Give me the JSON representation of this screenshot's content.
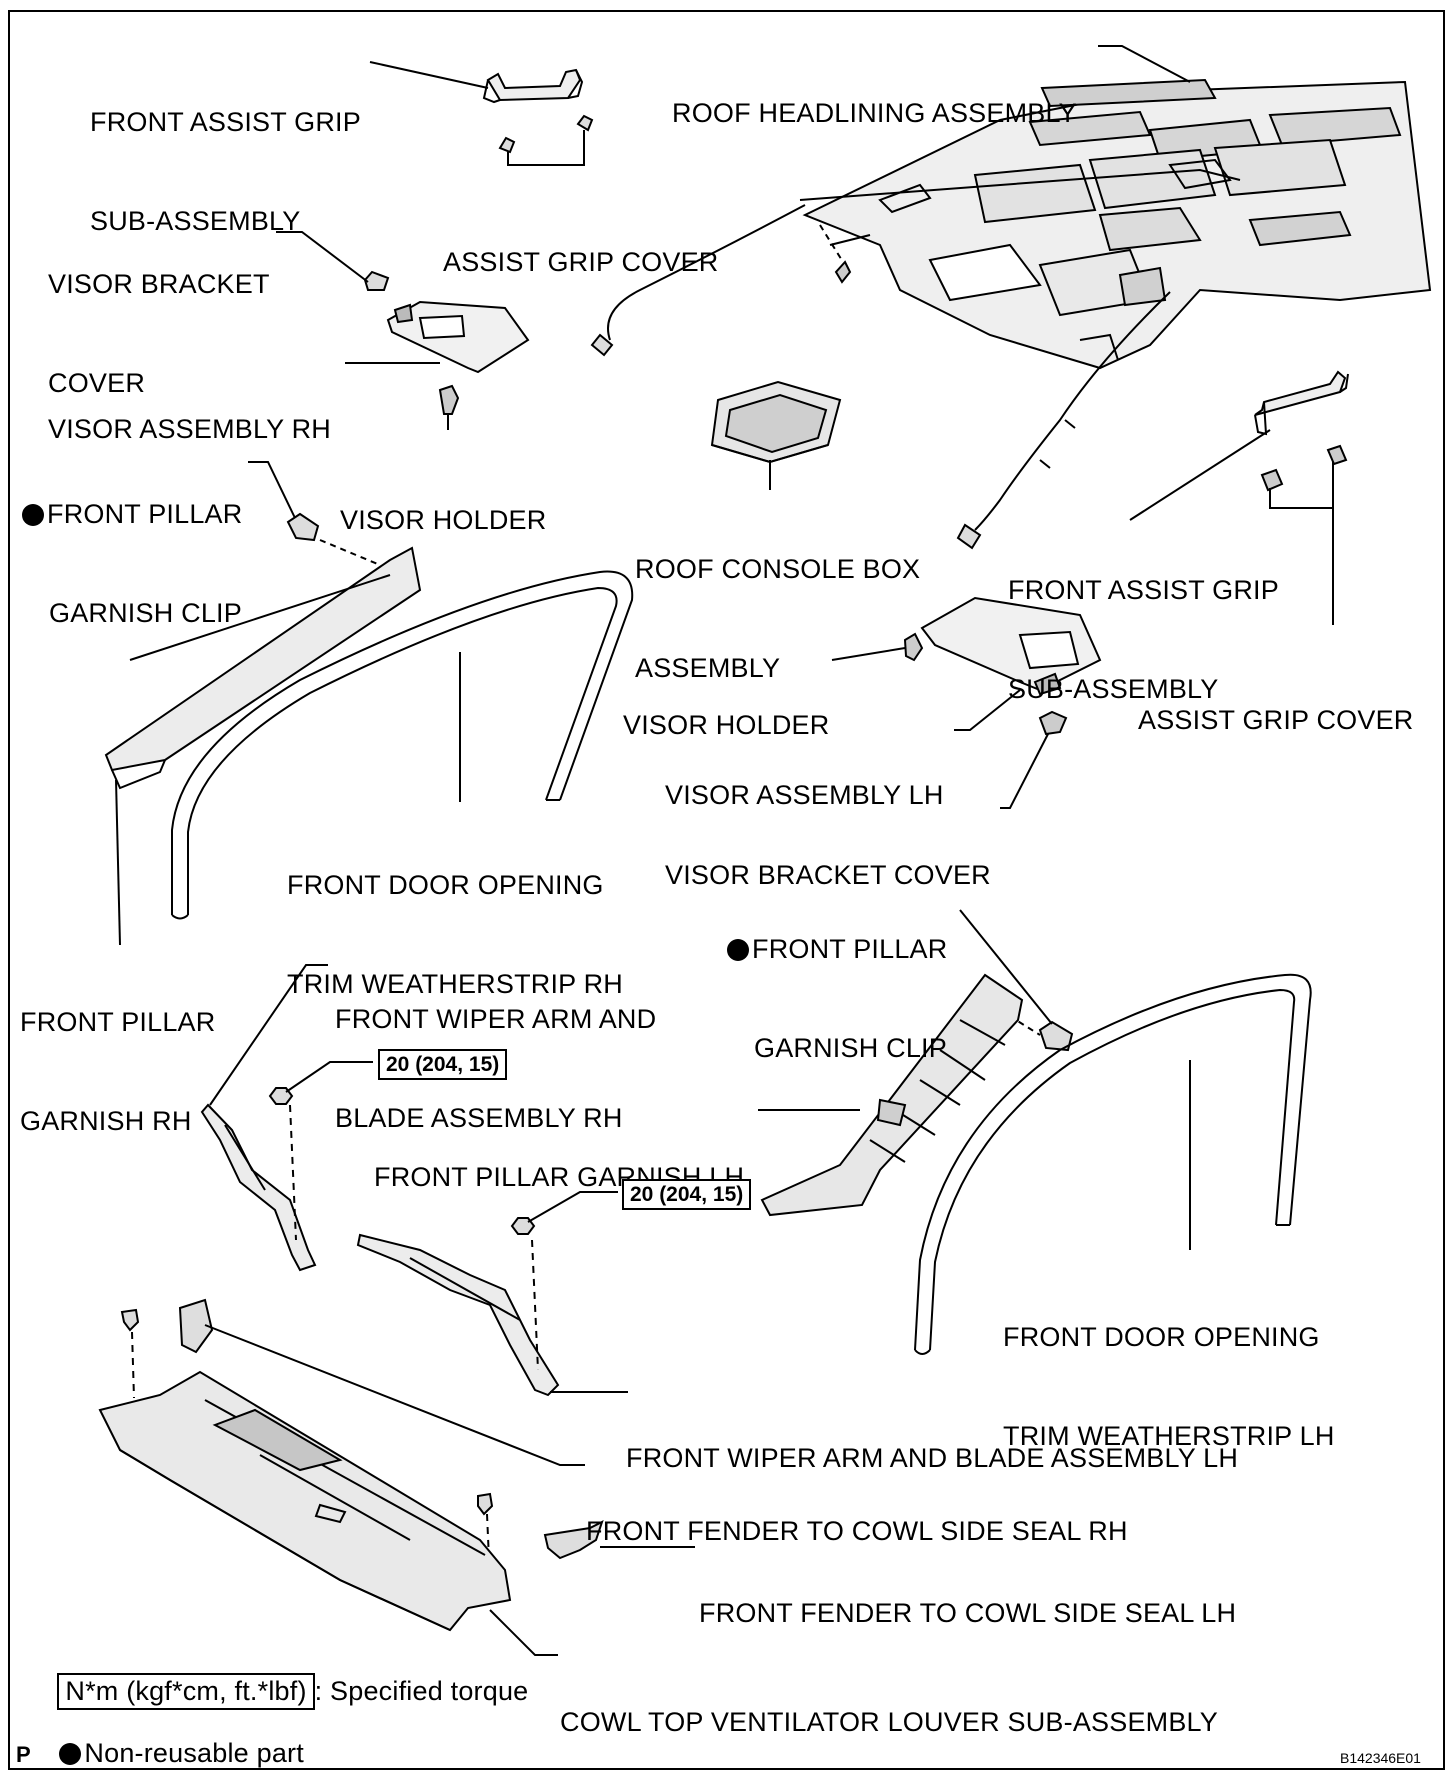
{
  "labels": {
    "front_assist_grip_rh": [
      "FRONT ASSIST GRIP",
      "SUB-ASSEMBLY"
    ],
    "roof_headlining": [
      "ROOF HEADLINING ASSEMBLY"
    ],
    "assist_grip_cover_rh": [
      "ASSIST GRIP COVER"
    ],
    "visor_bracket_cover_rh": [
      "VISOR BRACKET",
      "COVER"
    ],
    "visor_assembly_rh": [
      "VISOR ASSEMBLY RH"
    ],
    "visor_holder_rh": [
      "VISOR HOLDER"
    ],
    "front_pillar_garnish_clip_rh": [
      "FRONT PILLAR",
      "GARNISH CLIP"
    ],
    "roof_console_box": [
      "ROOF CONSOLE BOX",
      "ASSEMBLY"
    ],
    "front_assist_grip_lh": [
      "FRONT ASSIST GRIP",
      "SUB-ASSEMBLY"
    ],
    "assist_grip_cover_lh": [
      "ASSIST GRIP COVER"
    ],
    "visor_holder_lh": [
      "VISOR HOLDER"
    ],
    "visor_assembly_lh": [
      "VISOR ASSEMBLY LH"
    ],
    "visor_bracket_cover_lh": [
      "VISOR BRACKET COVER"
    ],
    "front_door_weatherstrip_rh": [
      "FRONT DOOR OPENING",
      "TRIM WEATHERSTRIP RH"
    ],
    "front_pillar_garnish_rh": [
      "FRONT PILLAR",
      "GARNISH RH"
    ],
    "front_pillar_garnish_clip_lh": [
      "FRONT PILLAR",
      "GARNISH CLIP"
    ],
    "front_wiper_rh": [
      "FRONT WIPER ARM AND",
      "BLADE ASSEMBLY RH"
    ],
    "front_pillar_garnish_lh": [
      "FRONT PILLAR GARNISH LH"
    ],
    "front_door_weatherstrip_lh": [
      "FRONT DOOR OPENING",
      "TRIM WEATHERSTRIP LH"
    ],
    "front_wiper_lh": [
      "FRONT WIPER ARM AND BLADE ASSEMBLY LH"
    ],
    "fender_seal_rh": [
      "FRONT FENDER TO COWL SIDE SEAL RH"
    ],
    "fender_seal_lh": [
      "FRONT FENDER TO COWL SIDE SEAL LH"
    ],
    "cowl_louver": [
      "COWL TOP VENTILATOR LOUVER SUB-ASSEMBLY"
    ]
  },
  "torque": {
    "rh": "20 (204, 15)",
    "lh": "20 (204, 15)"
  },
  "legend": {
    "unit": "N*m (kgf*cm, ft.*lbf)",
    "torque_text": ": Specified torque",
    "nonreusable_text": "Non-reusable part"
  },
  "footer": {
    "left_code": "P",
    "figure_id": "B142346E01"
  },
  "colors": {
    "ink": "#000000",
    "part_fill": "#e8e8e8",
    "part_shade": "#bdbdbd"
  }
}
